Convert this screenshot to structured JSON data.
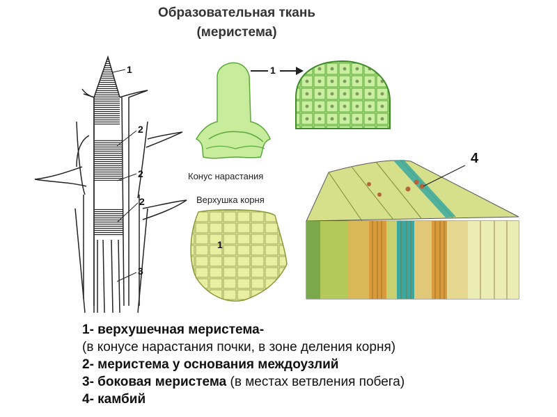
{
  "title": {
    "line1": "Образовательная ткань",
    "line2": "(меристема)"
  },
  "labels": {
    "cone": "Конус нарастания",
    "root_tip": "Верхушка корня"
  },
  "markers": {
    "shoot_apex": "1",
    "shoot_node_a": "2",
    "shoot_node_b": "2",
    "shoot_node_c": "2",
    "shoot_base": "3",
    "cone_arrow": "1",
    "root_tip": "1",
    "cambium": "4"
  },
  "legend": {
    "item1_bold": "1- верхушечная меристема-",
    "item1_detail": "(в конусе нарастания почки, в зоне деления корня)",
    "item2_bold": "2- меристема у основания междоузлий",
    "item3_bold": "3-  боковая меристема",
    "item3_detail": " (в местах ветвления побега)",
    "item4_bold": "4- камбий"
  },
  "colors": {
    "green_light": "#c6ec9c",
    "green_dark": "#5aa83a",
    "yellow_cells": "#e8ec9a",
    "wood_orange": "#d99a3a",
    "cambium_teal": "#3aa8a0"
  }
}
